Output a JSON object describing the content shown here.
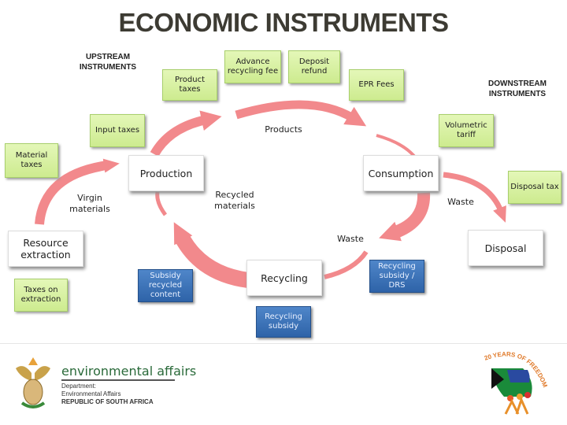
{
  "title": "ECONOMIC INSTRUMENTS",
  "headers": {
    "upstream": "UPSTREAM INSTRUMENTS",
    "downstream": "DOWNSTREAM INSTRUMENTS"
  },
  "stages": {
    "resource_extraction": "Resource extraction",
    "production": "Production",
    "consumption": "Consumption",
    "recycling": "Recycling",
    "disposal": "Disposal"
  },
  "flows": {
    "virgin_materials": "Virgin materials",
    "products": "Products",
    "recycled_materials": "Recycled materials",
    "waste_recycling": "Waste",
    "waste_disposal": "Waste"
  },
  "taxes": {
    "material_taxes": "Material taxes",
    "input_taxes": "Input taxes",
    "product_taxes": "Product taxes",
    "advance_recycling_fee": "Advance recycling fee",
    "deposit_refund": "Deposit refund",
    "epr_fees": "EPR Fees",
    "volumetric_tariff": "Volumetric tariff",
    "disposal_tax": "Disposal tax",
    "taxes_on_extraction": "Taxes on extraction"
  },
  "subsidies": {
    "subsidy_recycled_content": "Subsidy recycled content",
    "recycling_subsidy_drs": "Recycling subsidy / DRS",
    "recycling_subsidy": "Recycling subsidy"
  },
  "footer": {
    "dept_name": "environmental affairs",
    "line1": "Department:",
    "line2": "Environmental Affairs",
    "line3": "REPUBLIC OF SOUTH AFRICA",
    "freedom_logo_text": "20 YEARS OF FREEDOM"
  },
  "colors": {
    "arrow": "#f2898c",
    "tax_box": "#d6f0a0",
    "subsidy_box": "#3a6fb5",
    "title": "#3d3b33"
  }
}
